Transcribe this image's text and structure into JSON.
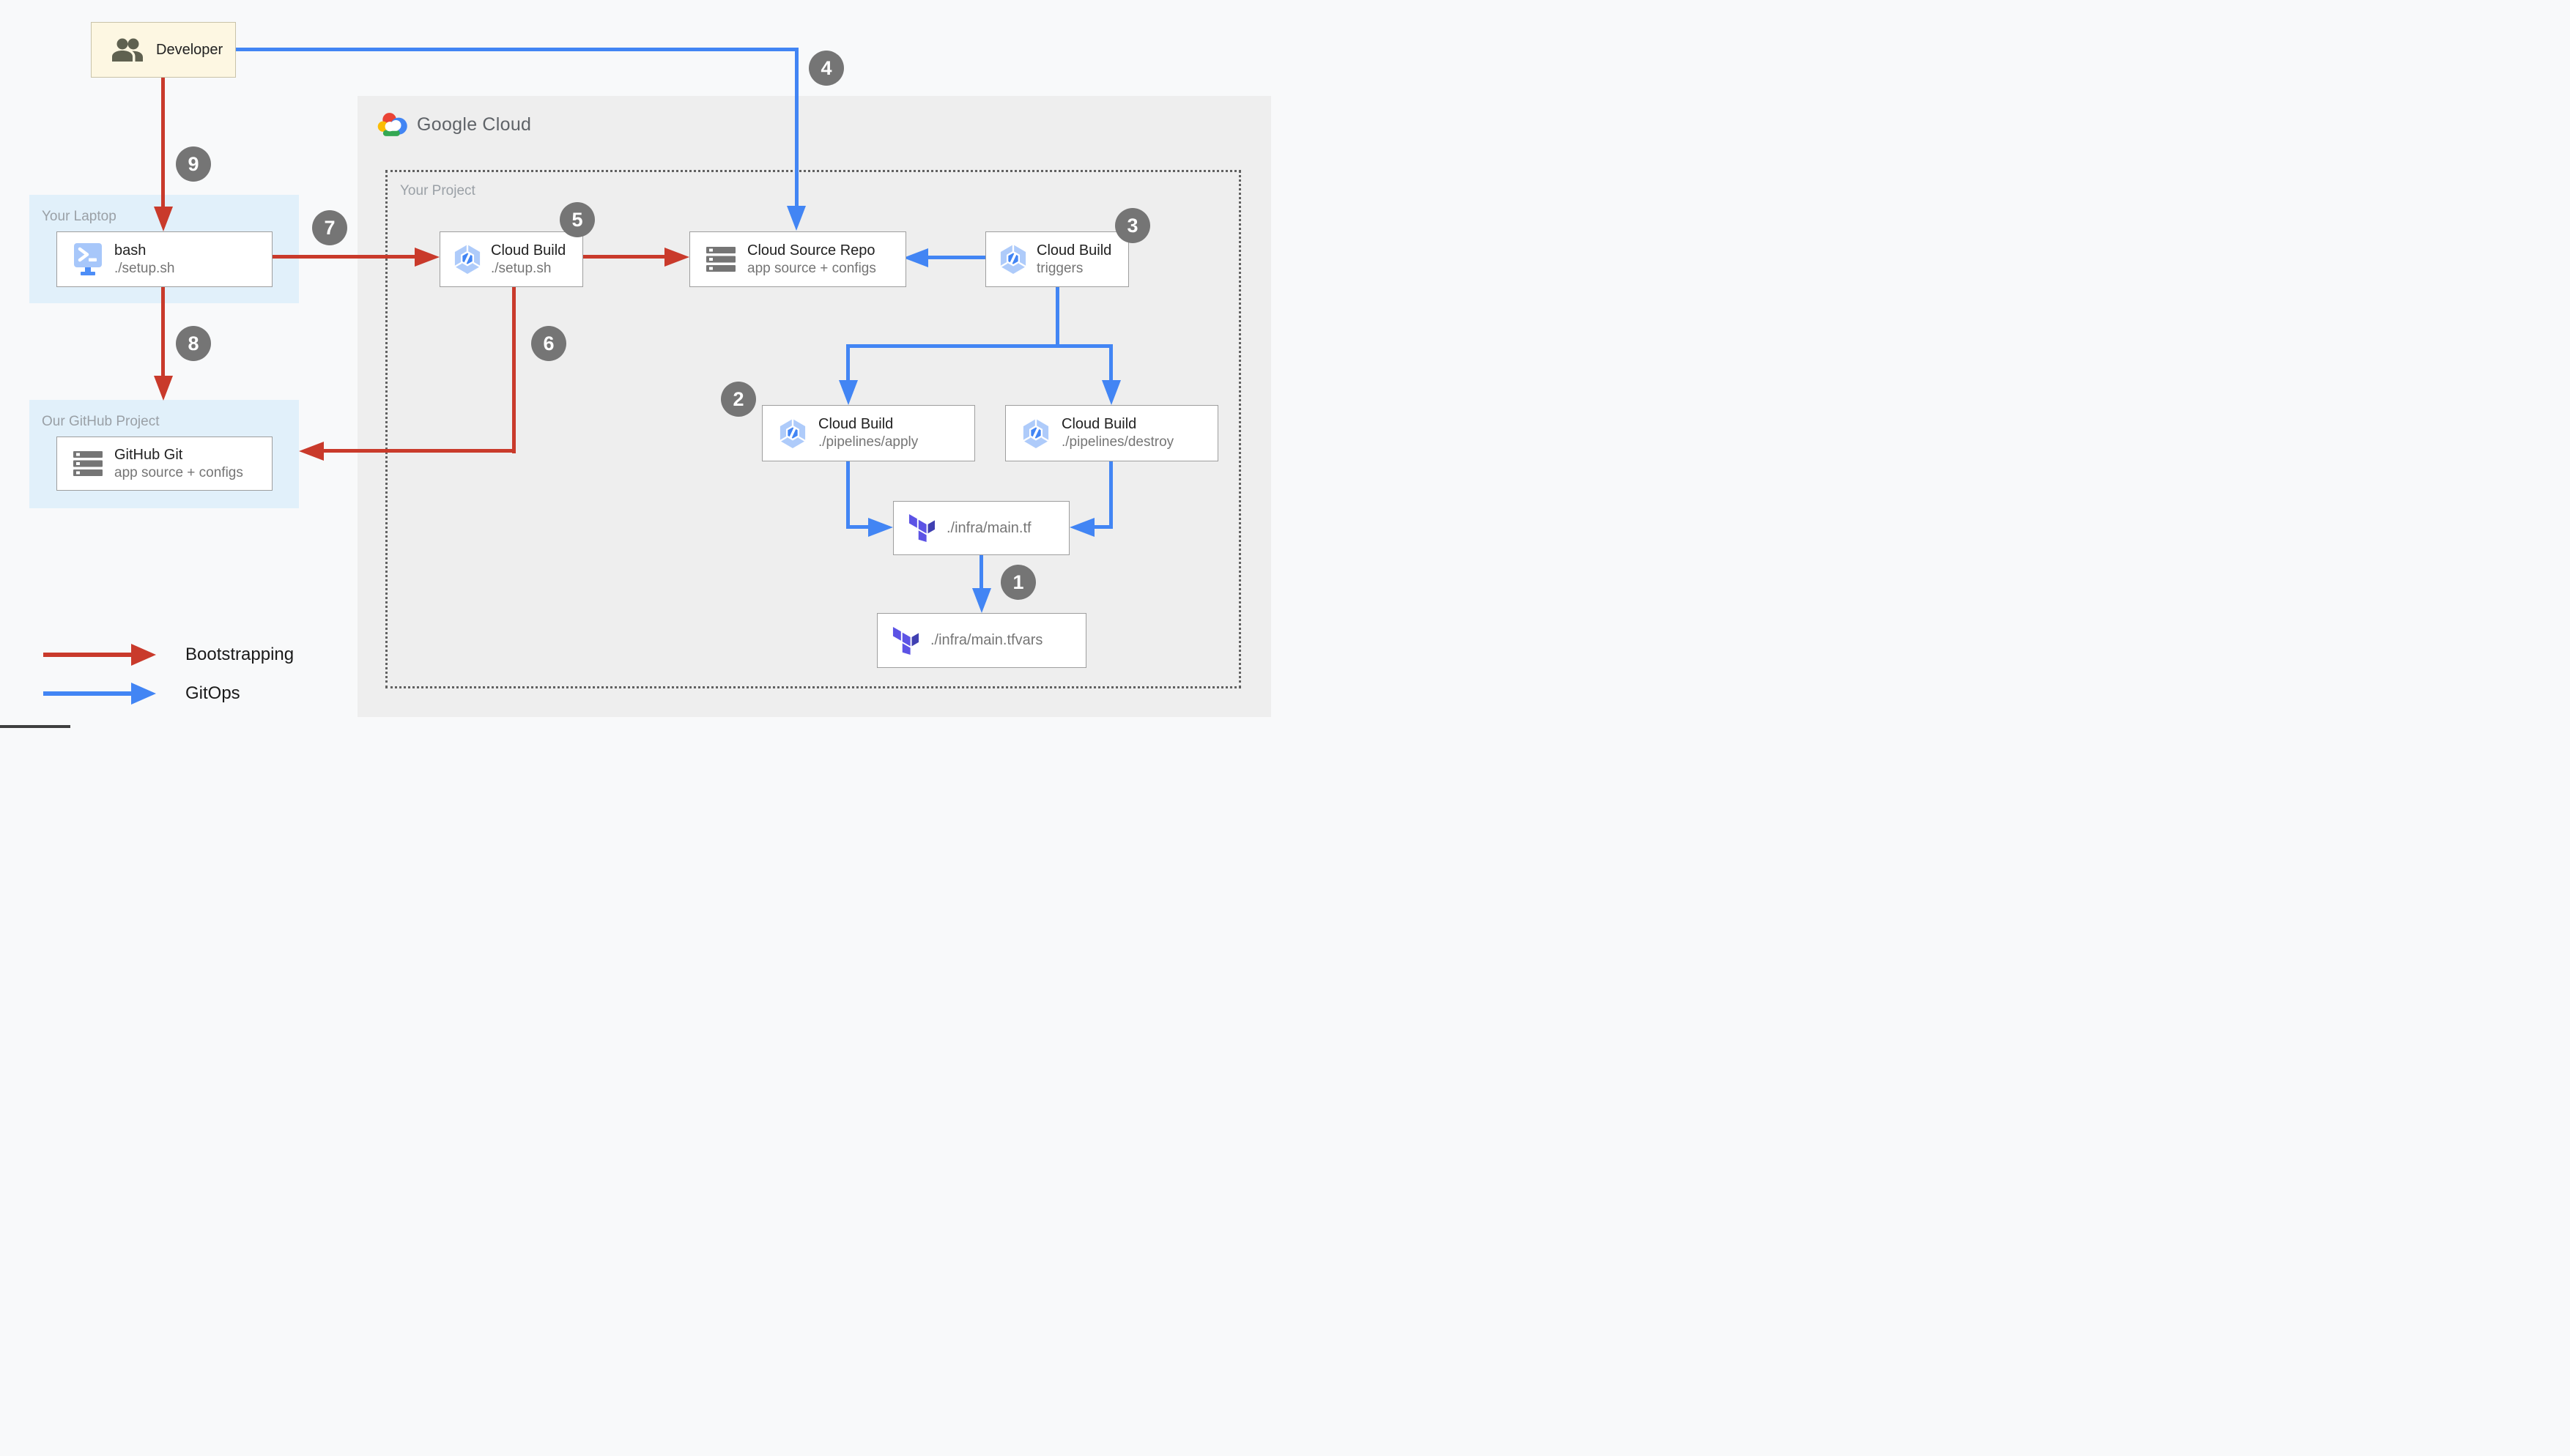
{
  "diagram": {
    "google_cloud_logo": {
      "word1": "Google",
      "word2": "Cloud"
    },
    "containers": {
      "your_laptop": {
        "label": "Your Laptop"
      },
      "our_github_project": {
        "label": "Our GitHub Project"
      },
      "your_project": {
        "label": "Your Project"
      }
    },
    "nodes": {
      "developer": {
        "title": "Developer"
      },
      "bash": {
        "title": "bash",
        "subtitle": "./setup.sh"
      },
      "github_git": {
        "title": "GitHub Git",
        "subtitle": "app source + configs"
      },
      "cloud_build_setup": {
        "title": "Cloud Build",
        "subtitle": "./setup.sh",
        "badge": "5"
      },
      "cloud_source_repo": {
        "title": "Cloud Source Repo",
        "subtitle": "app source + configs"
      },
      "cloud_build_triggers": {
        "title": "Cloud Build",
        "subtitle": "triggers",
        "badge": "3"
      },
      "cloud_build_apply": {
        "title": "Cloud Build",
        "subtitle": "./pipelines/apply",
        "badge": "2"
      },
      "cloud_build_destroy": {
        "title": "Cloud Build",
        "subtitle": "./pipelines/destroy"
      },
      "infra_main_tf": {
        "label": "./infra/main.tf"
      },
      "infra_main_tfvars": {
        "label": "./infra/main.tfvars"
      }
    },
    "badges": {
      "b1": "1",
      "b2": "2",
      "b3": "3",
      "b4": "4",
      "b5": "5",
      "b6": "6",
      "b7": "7",
      "b8": "8",
      "b9": "9"
    },
    "legend": {
      "items": [
        {
          "label": "Bootstrapping",
          "color": "#C93A2B"
        },
        {
          "label": "GitOps",
          "color": "#4285F4"
        }
      ]
    },
    "edges": [
      {
        "type": "bootstrapping",
        "from": "developer",
        "to": "bash",
        "badge": "9"
      },
      {
        "type": "bootstrapping",
        "from": "bash",
        "to": "cloud_build_setup",
        "badge": "7"
      },
      {
        "type": "bootstrapping",
        "from": "cloud_build_setup",
        "to": "cloud_source_repo"
      },
      {
        "type": "bootstrapping",
        "from": "cloud_build_setup",
        "to": "github_git",
        "badge": "6"
      },
      {
        "type": "bootstrapping",
        "from": "your_laptop",
        "to": "our_github_project",
        "badge": "8"
      },
      {
        "type": "gitops",
        "from": "developer",
        "to": "cloud_source_repo",
        "badge": "4"
      },
      {
        "type": "gitops",
        "from": "cloud_build_triggers",
        "to": "cloud_source_repo"
      },
      {
        "type": "gitops",
        "from": "cloud_build_triggers",
        "to": "cloud_build_apply"
      },
      {
        "type": "gitops",
        "from": "cloud_build_triggers",
        "to": "cloud_build_destroy"
      },
      {
        "type": "gitops",
        "from": "cloud_build_apply",
        "to": "infra_main_tf"
      },
      {
        "type": "gitops",
        "from": "cloud_build_destroy",
        "to": "infra_main_tf"
      },
      {
        "type": "gitops",
        "from": "infra_main_tf",
        "to": "infra_main_tfvars",
        "badge": "1"
      }
    ],
    "colors": {
      "bootstrapping_red": "#C93A2B",
      "gitops_blue": "#4285F4",
      "badge_gray": "#757575",
      "panel_gray": "#EEEEEE",
      "container_blue": "#E1F0FA",
      "developer_cream": "#FDF7E2"
    }
  }
}
